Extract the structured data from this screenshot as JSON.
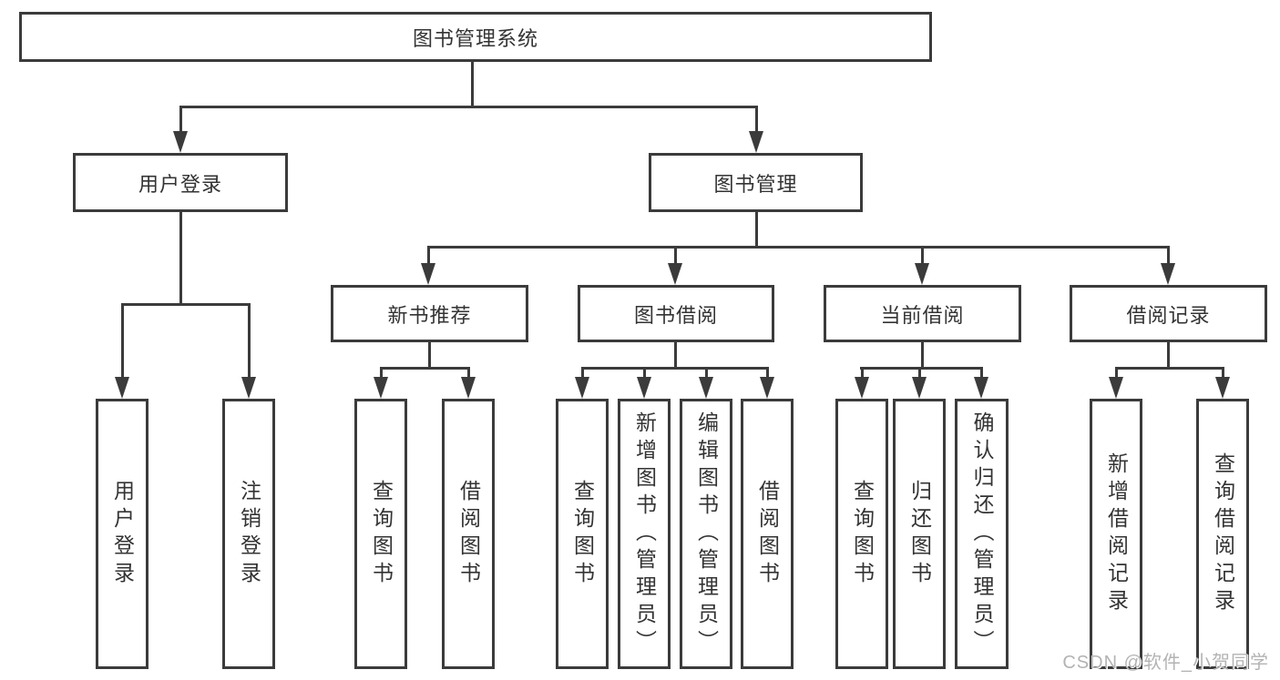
{
  "root": {
    "label": "图书管理系统",
    "children": [
      {
        "label": "用户登录",
        "children": [
          {
            "label": "用户登录"
          },
          {
            "label": "注销登录"
          }
        ]
      },
      {
        "label": "图书管理",
        "children": [
          {
            "label": "新书推荐",
            "children": [
              {
                "label": "查询图书"
              },
              {
                "label": "借阅图书"
              }
            ]
          },
          {
            "label": "图书借阅",
            "children": [
              {
                "label": "查询图书"
              },
              {
                "label": "新增图书（管理员）"
              },
              {
                "label": "编辑图书（管理员）"
              },
              {
                "label": "借阅图书"
              }
            ]
          },
          {
            "label": "当前借阅",
            "children": [
              {
                "label": "查询图书"
              },
              {
                "label": "归还图书"
              },
              {
                "label": "确认归还（管理员）"
              }
            ]
          },
          {
            "label": "借阅记录",
            "children": [
              {
                "label": "新增借阅记录"
              },
              {
                "label": "查询借阅记录"
              }
            ]
          }
        ]
      }
    ]
  },
  "watermark": "CSDN @软件_小贺同学",
  "colors": {
    "line": "#3b3b3b",
    "text": "#333333",
    "background": "#ffffff",
    "watermark": "#b3b3b3"
  }
}
